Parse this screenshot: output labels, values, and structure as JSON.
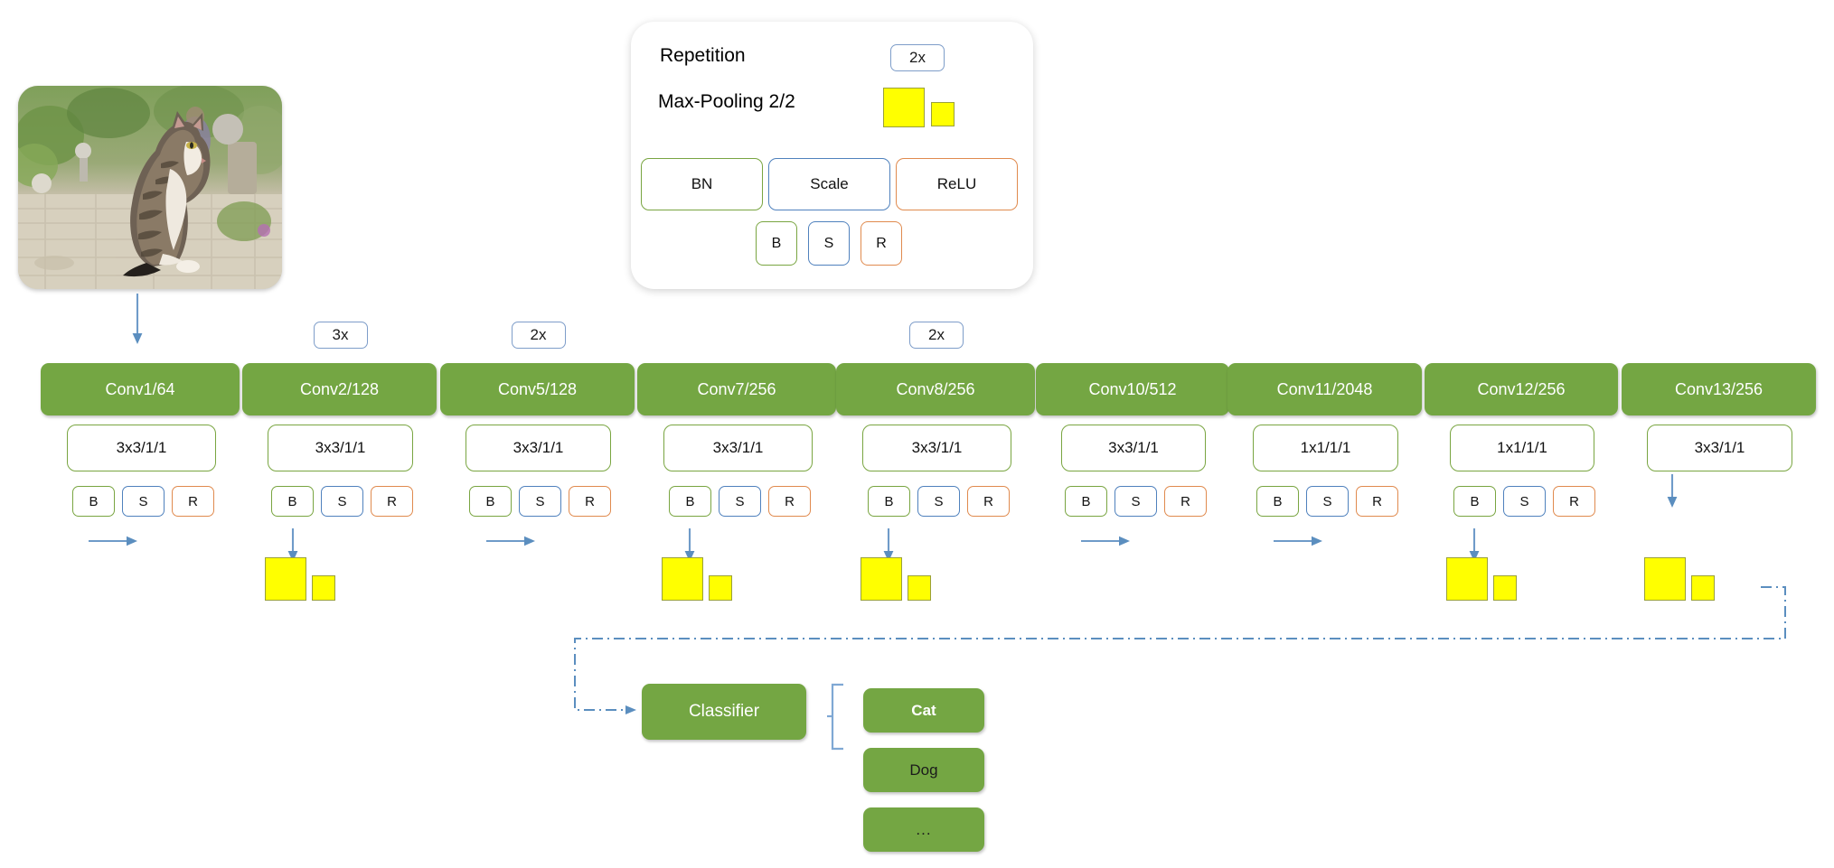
{
  "diagram": {
    "title": "CNN architecture diagram",
    "accent_green": "#74a643",
    "accent_blue": "#4f81bd",
    "accent_orange": "#e08a4e",
    "pool_yellow": "#ffff00"
  },
  "input": {
    "name": "cat-photo",
    "alt": "Tabby cat sitting on a paved garden path"
  },
  "legend": {
    "repetition_label": "Repetition",
    "repetition_badge": "2x",
    "pooling_label": "Max-Pooling  2/2",
    "wide_boxes": [
      {
        "label": "BN",
        "border": "green"
      },
      {
        "label": "Scale",
        "border": "blue"
      },
      {
        "label": "ReLU",
        "border": "orange"
      }
    ],
    "small_boxes": [
      {
        "label": "B",
        "border": "green"
      },
      {
        "label": "S",
        "border": "blue"
      },
      {
        "label": "R",
        "border": "orange"
      }
    ]
  },
  "columns": [
    {
      "id": "conv1",
      "title": "Conv1/64",
      "kernel": "3x3/1/1",
      "repetition": null,
      "bsr": [
        "B",
        "S",
        "R"
      ],
      "flow": "horizontal",
      "pooling": false
    },
    {
      "id": "conv2",
      "title": "Conv2/128",
      "kernel": "3x3/1/1",
      "repetition": "3x",
      "bsr": [
        "B",
        "S",
        "R"
      ],
      "flow": "down",
      "pooling": true
    },
    {
      "id": "conv5",
      "title": "Conv5/128",
      "kernel": "3x3/1/1",
      "repetition": "2x",
      "bsr": [
        "B",
        "S",
        "R"
      ],
      "flow": "horizontal",
      "pooling": false
    },
    {
      "id": "conv7",
      "title": "Conv7/256",
      "kernel": "3x3/1/1",
      "repetition": null,
      "bsr": [
        "B",
        "S",
        "R"
      ],
      "flow": "down",
      "pooling": true
    },
    {
      "id": "conv8",
      "title": "Conv8/256",
      "kernel": "3x3/1/1",
      "repetition": "2x",
      "bsr": [
        "B",
        "S",
        "R"
      ],
      "flow": "down",
      "pooling": true
    },
    {
      "id": "conv10",
      "title": "Conv10/512",
      "kernel": "3x3/1/1",
      "repetition": null,
      "bsr": [
        "B",
        "S",
        "R"
      ],
      "flow": "horizontal",
      "pooling": false
    },
    {
      "id": "conv11",
      "title": "Conv11/2048",
      "kernel": "1x1/1/1",
      "repetition": null,
      "bsr": [
        "B",
        "S",
        "R"
      ],
      "flow": "horizontal",
      "pooling": false
    },
    {
      "id": "conv12",
      "title": "Conv12/256",
      "kernel": "1x1/1/1",
      "repetition": null,
      "bsr": [
        "B",
        "S",
        "R"
      ],
      "flow": "down",
      "pooling": true
    },
    {
      "id": "conv13",
      "title": "Conv13/256",
      "kernel": "3x3/1/1",
      "repetition": null,
      "bsr": [],
      "flow": "down",
      "pooling": true
    }
  ],
  "classifier": {
    "label": "Classifier",
    "outputs": [
      {
        "label": "Cat",
        "emphasis": true
      },
      {
        "label": "Dog",
        "emphasis": false
      },
      {
        "label": "...",
        "emphasis": false
      }
    ]
  }
}
